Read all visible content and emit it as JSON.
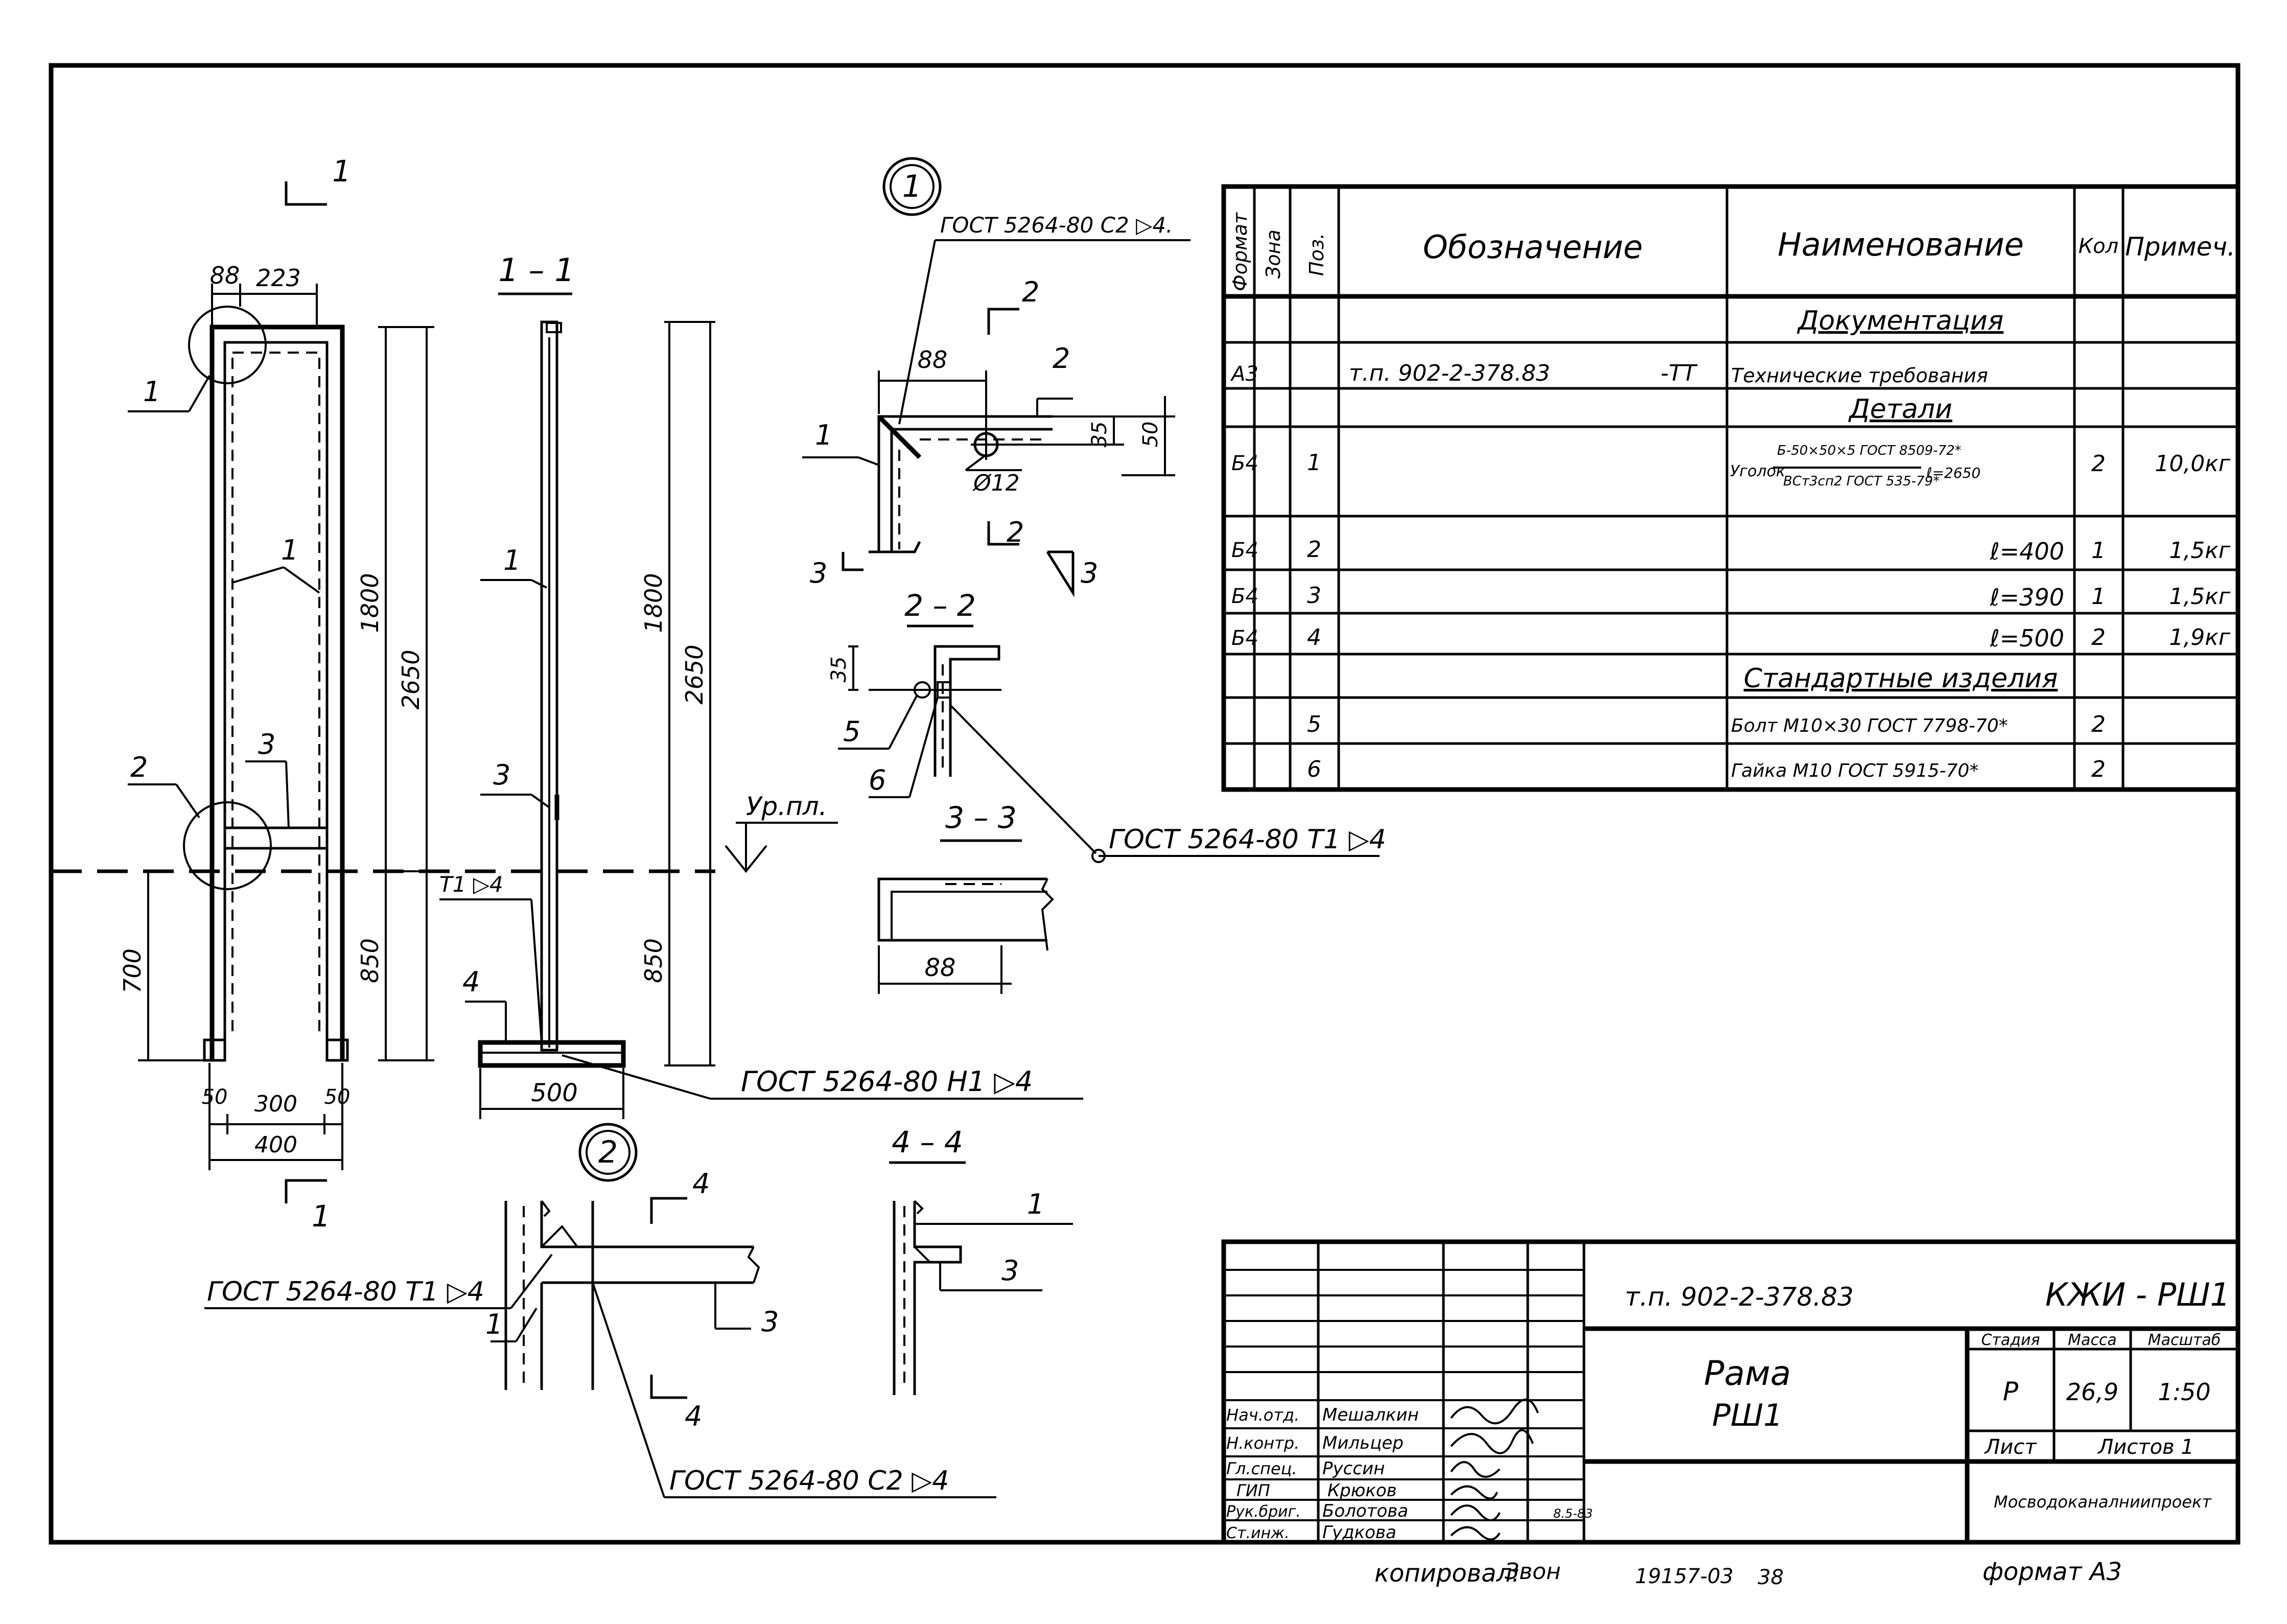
{
  "spec": {
    "headers": {
      "format": "Формат",
      "zone": "Зона",
      "pos": "Поз.",
      "designation": "Обозначение",
      "name": "Наименование",
      "qty": "Кол",
      "note": "Примеч."
    },
    "section_docs": "Документация",
    "section_parts": "Детали",
    "section_std": "Стандартные изделия",
    "rows": [
      {
        "format": "А3",
        "pos": "",
        "designation": "т.п. 902-2-378.83",
        "suffix": "-ТТ",
        "name": "Технические требования",
        "qty": "",
        "note": ""
      },
      {
        "format": "Б4",
        "pos": "1",
        "designation": "",
        "suffix": "",
        "name": "Уголок",
        "name_top": "Б-50×50×5 ГОСТ 8509-72*",
        "name_bottom": "ВСт3сп2 ГОСТ 535-79*",
        "name_len": "ℓ=2650",
        "qty": "2",
        "note": "10,0кг"
      },
      {
        "format": "Б4",
        "pos": "2",
        "designation": "",
        "suffix": "",
        "name": "ℓ=400",
        "qty": "1",
        "note": "1,5кг"
      },
      {
        "format": "Б4",
        "pos": "3",
        "designation": "",
        "suffix": "",
        "name": "ℓ=390",
        "qty": "1",
        "note": "1,5кг"
      },
      {
        "format": "Б4",
        "pos": "4",
        "designation": "",
        "suffix": "",
        "name": "ℓ=500",
        "qty": "2",
        "note": "1,9кг"
      },
      {
        "format": "",
        "pos": "5",
        "designation": "",
        "suffix": "",
        "name": "Болт М10×30 ГОСТ 7798-70*",
        "qty": "2",
        "note": ""
      },
      {
        "format": "",
        "pos": "6",
        "designation": "",
        "suffix": "",
        "name": "Гайка М10 ГОСТ 5915-70*",
        "qty": "2",
        "note": ""
      }
    ]
  },
  "title_block": {
    "doc_code": "т.п. 902-2-378.83",
    "sheet_code": "КЖИ - РШ1",
    "title_line1": "Рама",
    "title_line2": "РШ1",
    "stage_label": "Стадия",
    "mass_label": "Масса",
    "scale_label": "Масштаб",
    "stage": "Р",
    "mass": "26,9",
    "scale": "1:50",
    "sheet_label": "Лист",
    "sheets_label": "Листов 1",
    "org": "Мосводоканалниипроект",
    "signers": [
      {
        "role": "Нач.отд.",
        "name": "Мешалкин"
      },
      {
        "role": "Н.контр.",
        "name": "Мильцер"
      },
      {
        "role": "Гл.спец.",
        "name": "Руссин"
      },
      {
        "role": "ГИП",
        "name": "Крюков"
      },
      {
        "role": "Рук.бриг.",
        "name": "Болотова"
      },
      {
        "role": "Ст.инж.",
        "name": "Гудкова"
      }
    ],
    "sign_date": "8.5-83"
  },
  "footer": {
    "copied_label": "копировал:",
    "copied_sign": "Звон",
    "inv_number": "19157-03",
    "page_no": "38",
    "format_label": "формат А3"
  },
  "drawing": {
    "sec1_left_mark": "1",
    "sec1_title": "1 – 1",
    "sec22_title": "2 – 2",
    "sec33_title": "3 – 3",
    "sec44_title": "4 – 4",
    "node1": "1",
    "node2": "2",
    "dims": {
      "d88": "88",
      "d223": "223",
      "d1800": "1800",
      "d2650": "2650",
      "d850": "850",
      "d700": "700",
      "d50a": "50",
      "d300": "300",
      "d50b": "50",
      "d400": "400",
      "d500": "500",
      "d35": "35",
      "d50": "50",
      "d12": "Ø12"
    },
    "positions": {
      "p1": "1",
      "p2": "2",
      "p3": "3",
      "p4": "4",
      "p5": "5",
      "p6": "6"
    },
    "floor_level": "Ур.пл.",
    "welds": {
      "w1": "ГОСТ 5264-80 С2 ▷4.",
      "w2": "ГОСТ 5264-80 Т1 ▷4",
      "w3": "ГОСТ 5264-80 Н1 ▷4",
      "w4": "Т1 ▷4",
      "w5": "ГОСТ 5264-80 Т1 ▷4",
      "w6": "ГОСТ 5264-80 С2 ▷4"
    }
  }
}
